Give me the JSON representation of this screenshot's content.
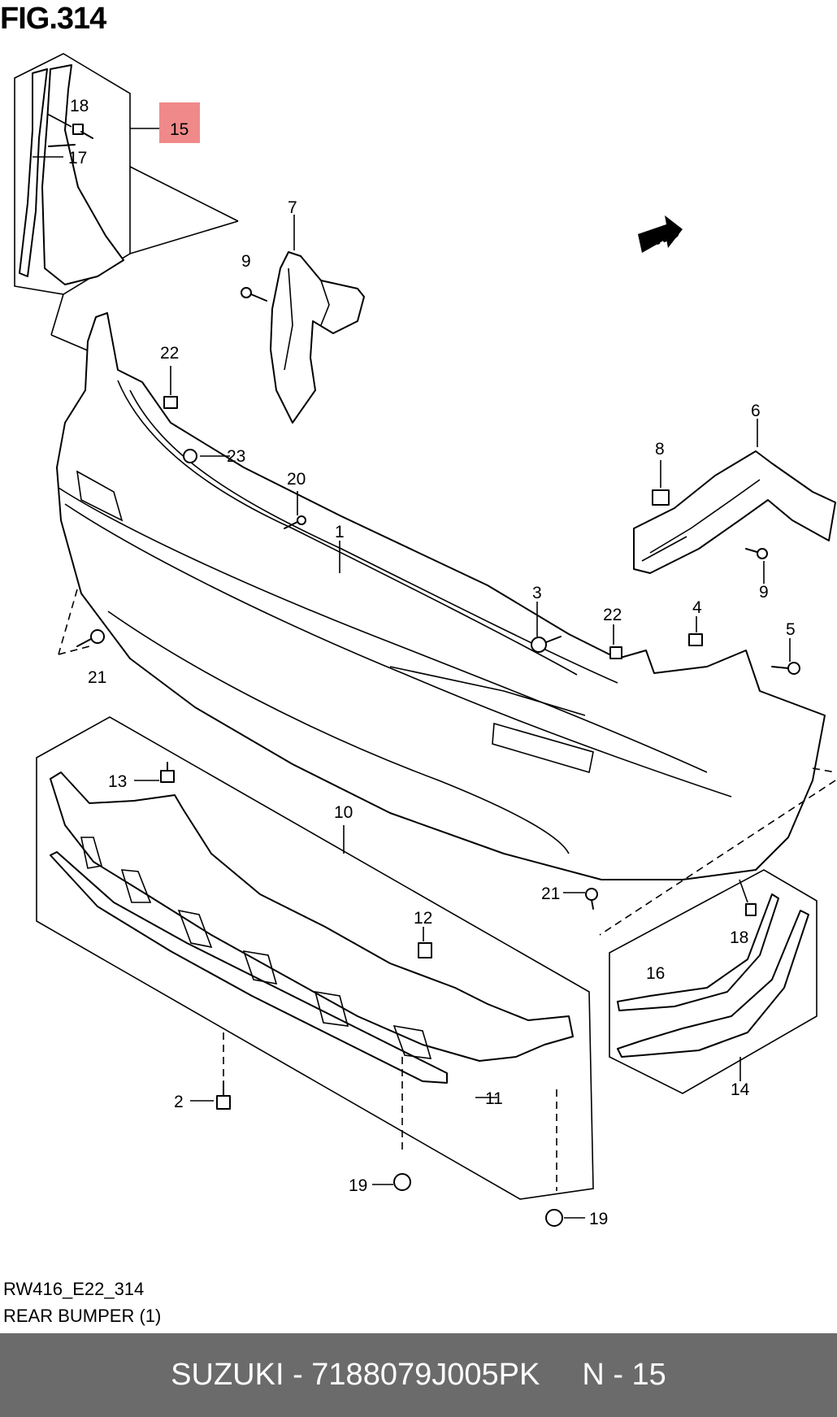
{
  "figure": {
    "title": "FIG.314",
    "code": "RW416_E22_314",
    "name": "REAR BUMPER (1)",
    "fwd_label": "FWD",
    "highlight_color": "#f08a8a"
  },
  "callouts": {
    "c1": "1",
    "c2": "2",
    "c3": "3",
    "c4": "4",
    "c5": "5",
    "c6": "6",
    "c7": "7",
    "c8": "8",
    "c9a": "9",
    "c9b": "9",
    "c10": "10",
    "c11": "11",
    "c12": "12",
    "c13": "13",
    "c14": "14",
    "c15": "15",
    "c16": "16",
    "c17": "17",
    "c18a": "18",
    "c18b": "18",
    "c19a": "19",
    "c19b": "19",
    "c20": "20",
    "c21a": "21",
    "c21b": "21",
    "c22a": "22",
    "c22b": "22",
    "c23": "23"
  },
  "footer": {
    "brand_part": "SUZUKI - 7188079J005PK",
    "position": "N - 15",
    "bg_color": "#6b6b6b"
  }
}
